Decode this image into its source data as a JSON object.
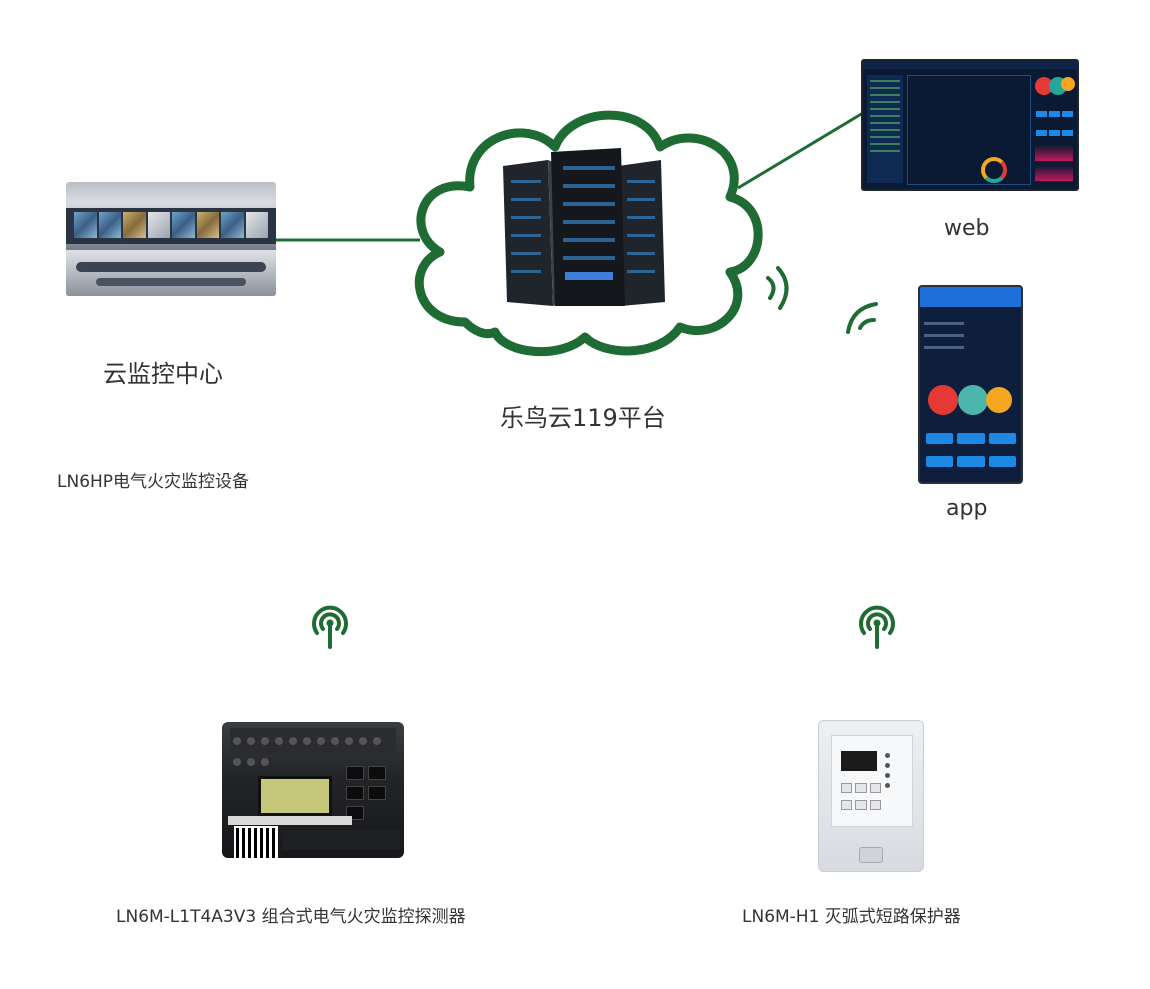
{
  "nodes": {
    "center": {
      "label": "云监控中心"
    },
    "device_caption": {
      "label": "LN6HP电气火灾监控设备"
    },
    "platform": {
      "label": "乐鸟云119平台"
    },
    "web": {
      "label": "web"
    },
    "app": {
      "label": "app"
    },
    "detector": {
      "label": "LN6M-L1T4A3V3 组合式电气火灾监控探测器"
    },
    "breaker": {
      "label": "LN6M-H1 灭弧式短路保护器"
    }
  },
  "colors": {
    "link": "#1f6b34",
    "cloud_stroke": "#1f6b34",
    "signal": "#1f6b34"
  },
  "icons": [
    "wifi-signal-icon",
    "antenna-icon",
    "server-rack-icon",
    "cloud-icon"
  ]
}
